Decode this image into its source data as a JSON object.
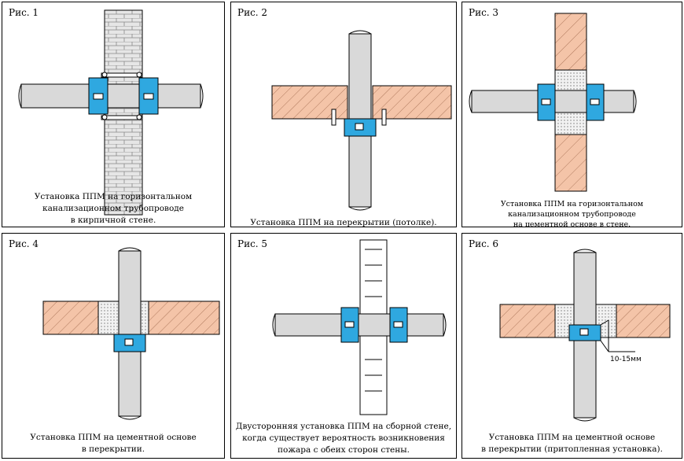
{
  "panels": [
    {
      "title": "Рис. 1",
      "caption": [
        "Установка ППМ на горизонтальном",
        "канализационном трубопроводе",
        "в кирпичной стене."
      ]
    },
    {
      "title": "Рис. 2",
      "caption": [
        "Установка ППМ на перекрытии (потолке)."
      ]
    },
    {
      "title": "Рис. 3",
      "caption": [
        "Установка ППМ на горизонтальном",
        "канализационном трубопроводе",
        "на цементной основе в стене."
      ]
    },
    {
      "title": "Рис. 4",
      "caption": [
        "Установка ППМ на цементной основе",
        "в перекрытии."
      ]
    },
    {
      "title": "Рис. 5",
      "caption": [
        "Двусторонняя установка ППМ на сборной стене,",
        "когда существует вероятность возникновения",
        "пожара с обеих сторон стены."
      ]
    },
    {
      "title": "Рис. 6",
      "caption": [
        "Установка ППМ на цементной основе",
        "в перекрытии (притопленная установка)."
      ],
      "dimension_label": "10-15мм"
    }
  ],
  "colors": {
    "collar": "#2fa8e0",
    "pipe": "#d9d9d9",
    "slab": "#f4c4a8",
    "brick": "#e6e6e6",
    "mortar": "#e8e8e8"
  }
}
